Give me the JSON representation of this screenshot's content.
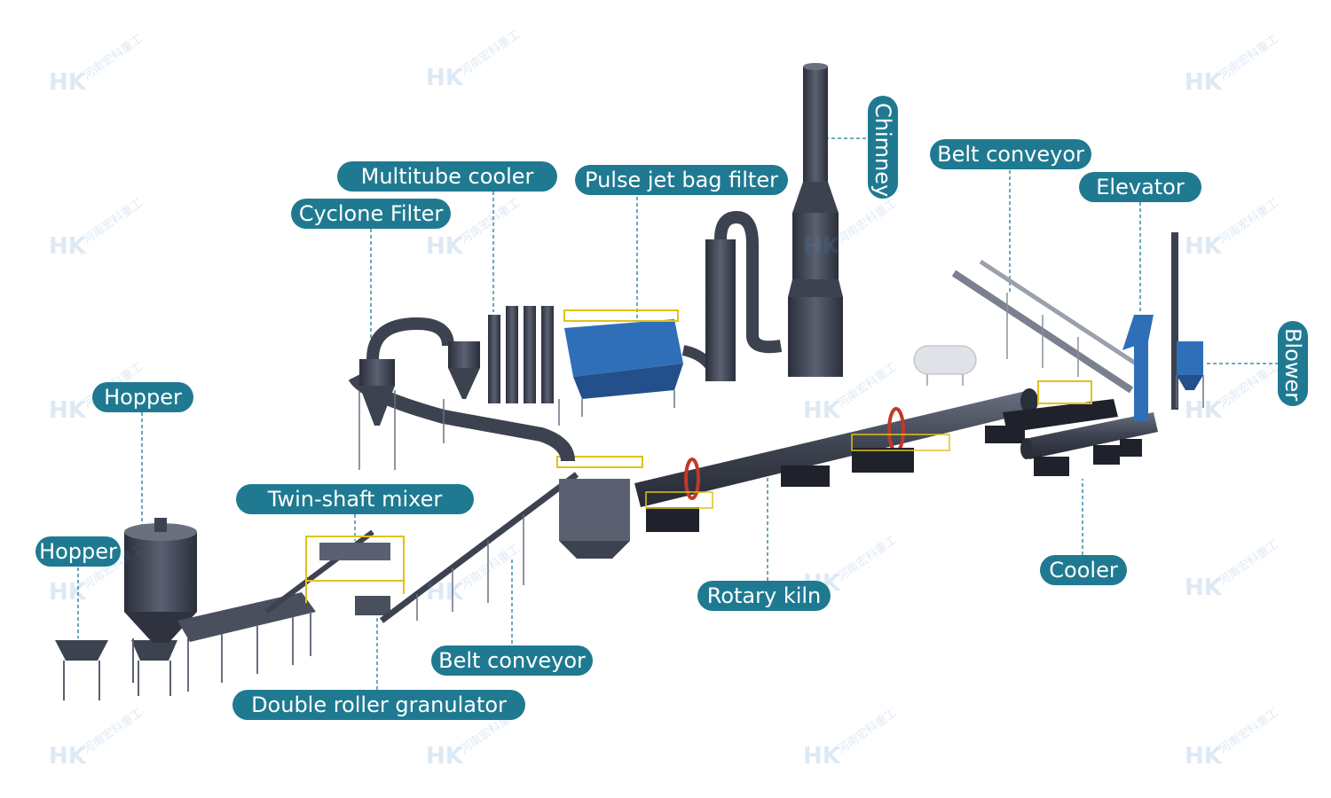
{
  "labels": {
    "hopper_left": "Hopper",
    "hopper_top": "Hopper",
    "twin_shaft_mixer": "Twin-shaft mixer",
    "double_roller_granulator": "Double roller granulator",
    "belt_conveyor_low": "Belt conveyor",
    "cyclone_filter": "Cyclone Filter",
    "multitube_cooler": "Multitube cooler",
    "pulse_jet_bag_filter": "Pulse jet bag filter",
    "chimney": "Chimney",
    "belt_conveyor_high": "Belt conveyor",
    "elevator": "Elevator",
    "blower": "Blower",
    "rotary_kiln": "Rotary kiln",
    "cooler": "Cooler"
  },
  "watermark": {
    "logo": "HK",
    "text": "河南宏科重工"
  },
  "colors": {
    "label_bg": "#1f7a91",
    "label_text": "#ffffff",
    "steel_dark": "#3d4250",
    "steel_mid": "#5a6070",
    "frame": "#6b7080",
    "bag_filter_blue": "#2f6fb7",
    "ladder_yellow": "#e0c21a",
    "kiln_red": "#c0392b",
    "elevator_blue": "#2f6fb7",
    "leader_line": "#1f7a91"
  }
}
